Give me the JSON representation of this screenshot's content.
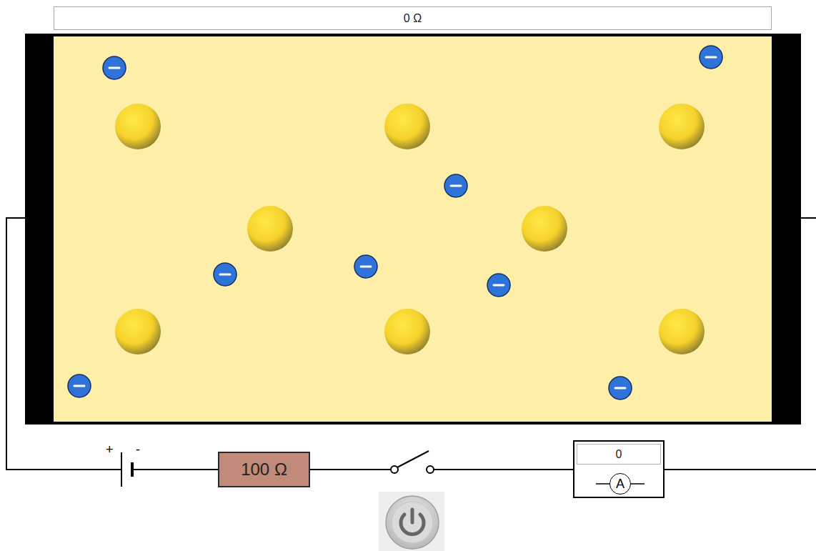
{
  "diagram": {
    "nodes": [
      {
        "text": [
          "0 Ω"
        ]
      },
      {
        "text": [
          "100 Ω"
        ]
      },
      {
        "text": [
          "0",
          "A"
        ]
      }
    ],
    "labels": [
      "+",
      "-"
    ]
  }
}
